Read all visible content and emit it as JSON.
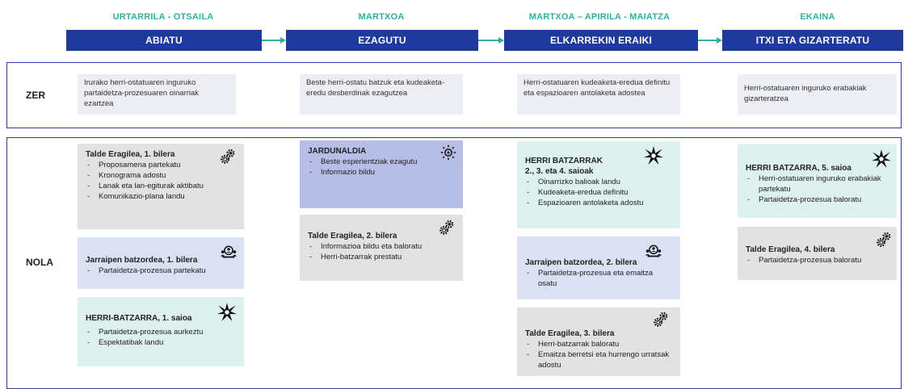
{
  "months": [
    "URTARRILA - OTSAILA",
    "MARTXOA",
    "MARTXOA – APIRILA - MAIATZA",
    "EKAINA"
  ],
  "phases": [
    "ABIATU",
    "EZAGUTU",
    "ELKARREKIN ERAIKI",
    "ITXI ETA GIZARTERATU"
  ],
  "rows": {
    "zer": "ZER",
    "nola": "NOLA"
  },
  "zer": [
    "Irurako herri-ostatuaren inguruko partaidetza-prozesuaren oinarriak ezartzea",
    "Beste herri-ostatu batzuk eta kudeaketa-eredu desberdinak ezagutzea",
    "Herri-ostatuaren kudeaketa-eredua definitu eta espazioaren antolaketa adostea",
    "Herri-ostatuaren inguruko erabakiak gizarteratzea"
  ],
  "cards": {
    "c1": {
      "title": "Talde Eragilea, 1. bilera",
      "icon": "gears-icon",
      "items": [
        "Proposamena partekatu",
        "Kronograma adostu",
        "Lanak eta lan-egiturak aktibatu",
        "Komunikazio-plana landu"
      ]
    },
    "c2": {
      "title": "Jarraipen batzordea, 1. bilera",
      "icon": "people-icon",
      "items": [
        "Partaidetza-prozesua partekatu"
      ]
    },
    "c3": {
      "title": "HERRI-BATZARRA, 1. saioa",
      "icon": "star-burst-icon",
      "items": [
        "Partaidetza-prozesua aurkeztu",
        "Espektatibak landu"
      ]
    },
    "c4": {
      "title": "JARDUNALDIA",
      "icon": "lightbulb-icon",
      "items": [
        "Beste esperientziak ezagutu",
        "Informazio bildu"
      ]
    },
    "c5": {
      "title": "Talde Eragilea, 2. bilera",
      "icon": "gears-icon",
      "items": [
        "Informazioa bildu eta baloratu",
        "Herri-batzarrak prestatu"
      ]
    },
    "c6": {
      "title": "HERRI BATZARRAK",
      "title2": "2., 3. eta 4. saioak",
      "icon": "star-burst-icon",
      "items": [
        "Oinarrizko balioak landu",
        "Kudeaketa-eredua definitu",
        "Espazioaren antolaketa adostu"
      ]
    },
    "c7": {
      "title": "Jarraipen batzordea, 2. bilera",
      "icon": "people-icon",
      "items": [
        "Partaidetza-prozesua eta emaitza osatu"
      ]
    },
    "c8": {
      "title": "Talde Eragilea, 3. bilera",
      "icon": "gears-icon",
      "items": [
        "Herri-batzarrak baloratu",
        "Emaitza berretsi eta hurrengo urratsak adostu"
      ]
    },
    "c9": {
      "title": "HERRI BATZARRA, 5. saioa",
      "icon": "star-burst-icon",
      "items": [
        "Herri-ostatuaren inguruko erabakiak partekatu",
        "Partaidetza-prozesua baloratu"
      ]
    },
    "c10": {
      "title": "Talde Eragilea, 4. bilera",
      "icon": "gears-icon",
      "items": [
        "Partaidetza-prozesua baloratu"
      ]
    }
  }
}
